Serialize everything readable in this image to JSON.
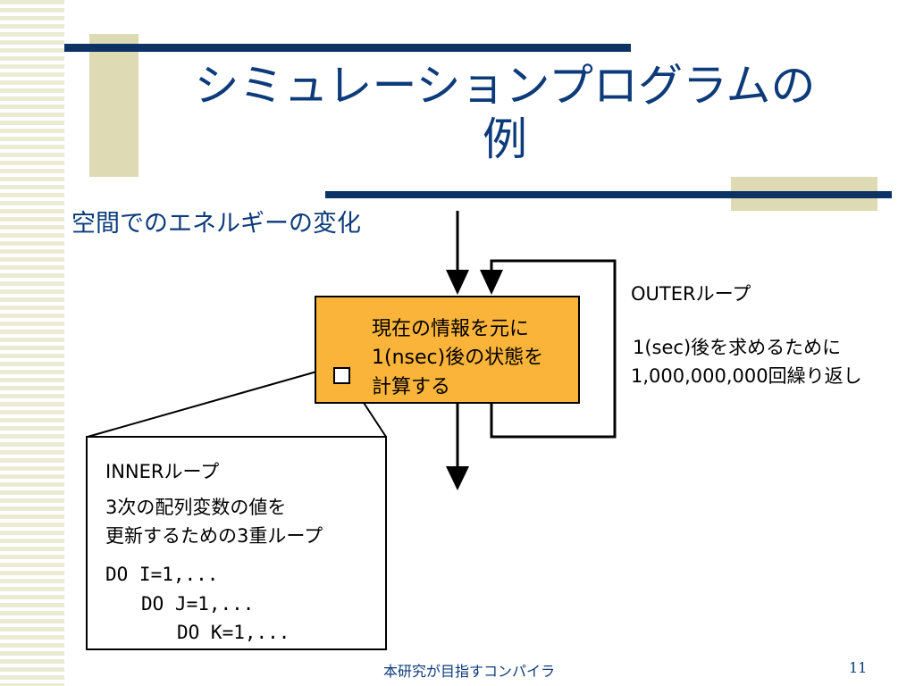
{
  "slide": {
    "title_line1": "シミュレーションプログラムの",
    "title_line2": "例",
    "subtitle": "空間でのエネルギーの変化",
    "page_number": "11",
    "footer": "本研究が目指すコンパイラ"
  },
  "process_box": {
    "line1": "現在の情報を元に",
    "line2": "1(nsec)後の状態を",
    "line3": "計算する"
  },
  "outer_loop": {
    "label": "OUTERループ",
    "line1": "1(sec)後を求めるために",
    "line2": "1,000,000,000回繰り返し"
  },
  "inner_loop": {
    "label": "INNERループ",
    "line1": "3次の配列変数の値を",
    "line2": "更新するための3重ループ",
    "code": [
      "DO I=1,...",
      "DO J=1,...",
      "DO K=1,..."
    ]
  },
  "colors": {
    "navy": "#0d3264",
    "title_blue": "#0d3b7a",
    "process_fill": "#fbb43a",
    "stripe": "#ebebd4",
    "deco_square": "#dddab4"
  }
}
